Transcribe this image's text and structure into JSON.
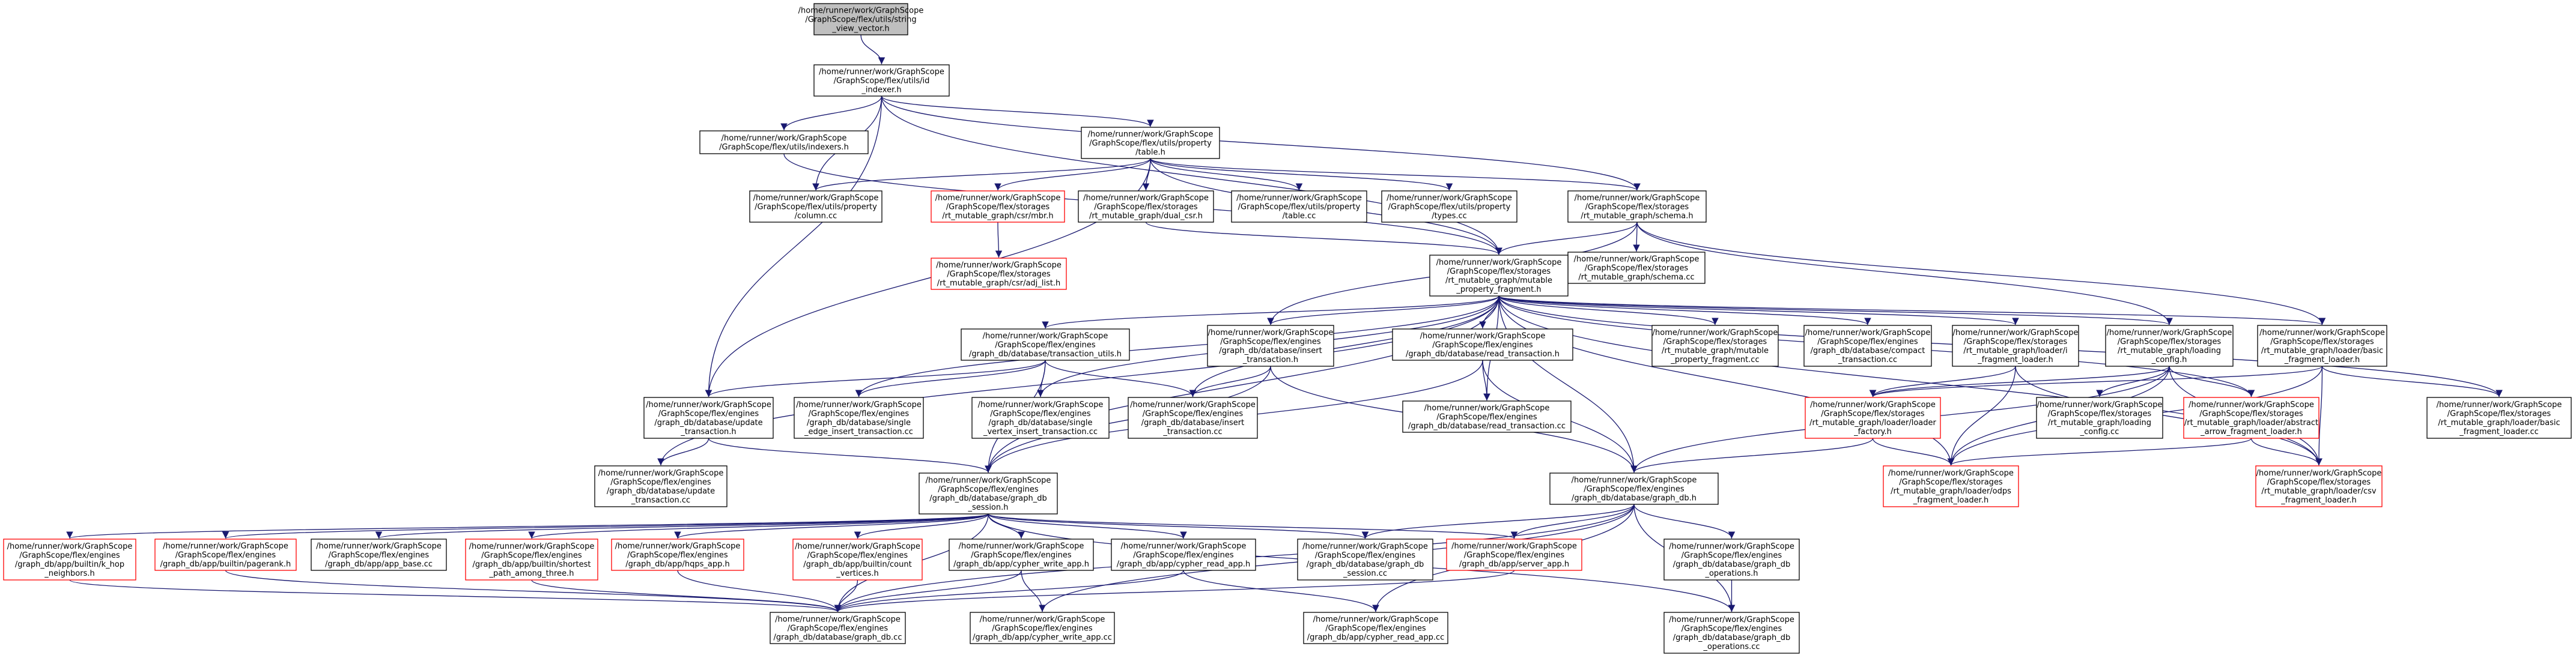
{
  "colors": {
    "edge": "#191970",
    "box_border": "#000000",
    "box_border_missing": "#ff0000",
    "root_fill": "#bfbfbf",
    "fill": "#ffffff",
    "text": "#000000"
  },
  "nodes": [
    {
      "id": "n0",
      "lines": [
        "/home/runner/work/GraphScope",
        "/GraphScope/flex/utils/string",
        "_view_vector.h"
      ],
      "style": "root"
    },
    {
      "id": "n1",
      "lines": [
        "/home/runner/work/GraphScope",
        "/GraphScope/flex/utils/id",
        "_indexer.h"
      ],
      "style": "normal"
    },
    {
      "id": "n2",
      "lines": [
        "/home/runner/work/GraphScope",
        "/GraphScope/flex/utils/indexers.h"
      ],
      "style": "normal"
    },
    {
      "id": "n3",
      "lines": [
        "/home/runner/work/GraphScope",
        "/GraphScope/flex/utils/property",
        "/table.h"
      ],
      "style": "normal"
    },
    {
      "id": "n4",
      "lines": [
        "/home/runner/work/GraphScope",
        "/GraphScope/flex/utils/property",
        "/column.cc"
      ],
      "style": "normal"
    },
    {
      "id": "n5",
      "lines": [
        "/home/runner/work/GraphScope",
        "/GraphScope/flex/storages",
        "/rt_mutable_graph/csr/mbr.h"
      ],
      "style": "red"
    },
    {
      "id": "n6",
      "lines": [
        "/home/runner/work/GraphScope",
        "/GraphScope/flex/storages",
        "/rt_mutable_graph/dual_csr.h"
      ],
      "style": "normal"
    },
    {
      "id": "n7",
      "lines": [
        "/home/runner/work/GraphScope",
        "/GraphScope/flex/utils/property",
        "/table.cc"
      ],
      "style": "normal"
    },
    {
      "id": "n8",
      "lines": [
        "/home/runner/work/GraphScope",
        "/GraphScope/flex/utils/property",
        "/types.cc"
      ],
      "style": "normal"
    },
    {
      "id": "n9",
      "lines": [
        "/home/runner/work/GraphScope",
        "/GraphScope/flex/storages",
        "/rt_mutable_graph/schema.h"
      ],
      "style": "normal"
    },
    {
      "id": "n10",
      "lines": [
        "/home/runner/work/GraphScope",
        "/GraphScope/flex/storages",
        "/rt_mutable_graph/csr/adj_list.h"
      ],
      "style": "red"
    },
    {
      "id": "n11",
      "lines": [
        "/home/runner/work/GraphScope",
        "/GraphScope/flex/storages",
        "/rt_mutable_graph/schema.cc"
      ],
      "style": "normal"
    },
    {
      "id": "n12",
      "lines": [
        "/home/runner/work/GraphScope",
        "/GraphScope/flex/storages",
        "/rt_mutable_graph/mutable",
        "_property_fragment.h"
      ],
      "style": "normal"
    },
    {
      "id": "n13",
      "lines": [
        "/home/runner/work/GraphScope",
        "/GraphScope/flex/engines",
        "/graph_db/database/transaction_utils.h"
      ],
      "style": "normal"
    },
    {
      "id": "n14",
      "lines": [
        "/home/runner/work/GraphScope",
        "/GraphScope/flex/engines",
        "/graph_db/database/insert",
        "_transaction.h"
      ],
      "style": "normal"
    },
    {
      "id": "n15",
      "lines": [
        "/home/runner/work/GraphScope",
        "/GraphScope/flex/engines",
        "/graph_db/database/read_transaction.h"
      ],
      "style": "normal"
    },
    {
      "id": "n16",
      "lines": [
        "/home/runner/work/GraphScope",
        "/GraphScope/flex/storages",
        "/rt_mutable_graph/mutable",
        "_property_fragment.cc"
      ],
      "style": "normal"
    },
    {
      "id": "n17",
      "lines": [
        "/home/runner/work/GraphScope",
        "/GraphScope/flex/engines",
        "/graph_db/database/compact",
        "_transaction.cc"
      ],
      "style": "normal"
    },
    {
      "id": "n18",
      "lines": [
        "/home/runner/work/GraphScope",
        "/GraphScope/flex/storages",
        "/rt_mutable_graph/loader/i",
        "_fragment_loader.h"
      ],
      "style": "normal"
    },
    {
      "id": "n19",
      "lines": [
        "/home/runner/work/GraphScope",
        "/GraphScope/flex/storages",
        "/rt_mutable_graph/loading",
        "_config.h"
      ],
      "style": "normal"
    },
    {
      "id": "n20",
      "lines": [
        "/home/runner/work/GraphScope",
        "/GraphScope/flex/storages",
        "/rt_mutable_graph/loader/basic",
        "_fragment_loader.h"
      ],
      "style": "normal"
    },
    {
      "id": "n21",
      "lines": [
        "/home/runner/work/GraphScope",
        "/GraphScope/flex/engines",
        "/graph_db/database/update",
        "_transaction.h"
      ],
      "style": "normal"
    },
    {
      "id": "n22",
      "lines": [
        "/home/runner/work/GraphScope",
        "/GraphScope/flex/engines",
        "/graph_db/database/single",
        "_edge_insert_transaction.cc"
      ],
      "style": "normal"
    },
    {
      "id": "n23",
      "lines": [
        "/home/runner/work/GraphScope",
        "/GraphScope/flex/engines",
        "/graph_db/database/single",
        "_vertex_insert_transaction.cc"
      ],
      "style": "normal"
    },
    {
      "id": "n24",
      "lines": [
        "/home/runner/work/GraphScope",
        "/GraphScope/flex/engines",
        "/graph_db/database/insert",
        "_transaction.cc"
      ],
      "style": "normal"
    },
    {
      "id": "n25",
      "lines": [
        "/home/runner/work/GraphScope",
        "/GraphScope/flex/engines",
        "/graph_db/database/read_transaction.cc"
      ],
      "style": "normal"
    },
    {
      "id": "n26",
      "lines": [
        "/home/runner/work/GraphScope",
        "/GraphScope/flex/storages",
        "/rt_mutable_graph/loader/loader",
        "_factory.h"
      ],
      "style": "red"
    },
    {
      "id": "n27",
      "lines": [
        "/home/runner/work/GraphScope",
        "/GraphScope/flex/storages",
        "/rt_mutable_graph/loading",
        "_config.cc"
      ],
      "style": "normal"
    },
    {
      "id": "n28",
      "lines": [
        "/home/runner/work/GraphScope",
        "/GraphScope/flex/storages",
        "/rt_mutable_graph/loader/abstract",
        "_arrow_fragment_loader.h"
      ],
      "style": "red"
    },
    {
      "id": "n29",
      "lines": [
        "/home/runner/work/GraphScope",
        "/GraphScope/flex/storages",
        "/rt_mutable_graph/loader/basic",
        "_fragment_loader.cc"
      ],
      "style": "normal"
    },
    {
      "id": "n30",
      "lines": [
        "/home/runner/work/GraphScope",
        "/GraphScope/flex/engines",
        "/graph_db/database/update",
        "_transaction.cc"
      ],
      "style": "normal"
    },
    {
      "id": "n31",
      "lines": [
        "/home/runner/work/GraphScope",
        "/GraphScope/flex/engines",
        "/graph_db/database/graph_db",
        "_session.h"
      ],
      "style": "normal"
    },
    {
      "id": "n32",
      "lines": [
        "/home/runner/work/GraphScope",
        "/GraphScope/flex/engines",
        "/graph_db/database/graph_db.h"
      ],
      "style": "normal"
    },
    {
      "id": "n33",
      "lines": [
        "/home/runner/work/GraphScope",
        "/GraphScope/flex/storages",
        "/rt_mutable_graph/loader/odps",
        "_fragment_loader.h"
      ],
      "style": "red"
    },
    {
      "id": "n34",
      "lines": [
        "/home/runner/work/GraphScope",
        "/GraphScope/flex/storages",
        "/rt_mutable_graph/loader/csv",
        "_fragment_loader.h"
      ],
      "style": "red"
    },
    {
      "id": "n35",
      "lines": [
        "/home/runner/work/GraphScope",
        "/GraphScope/flex/engines",
        "/graph_db/app/builtin/k_hop",
        "_neighbors.h"
      ],
      "style": "red"
    },
    {
      "id": "n36",
      "lines": [
        "/home/runner/work/GraphScope",
        "/GraphScope/flex/engines",
        "/graph_db/app/builtin/pagerank.h"
      ],
      "style": "red"
    },
    {
      "id": "n37",
      "lines": [
        "/home/runner/work/GraphScope",
        "/GraphScope/flex/engines",
        "/graph_db/app/app_base.cc"
      ],
      "style": "normal"
    },
    {
      "id": "n38",
      "lines": [
        "/home/runner/work/GraphScope",
        "/GraphScope/flex/engines",
        "/graph_db/app/builtin/shortest",
        "_path_among_three.h"
      ],
      "style": "red"
    },
    {
      "id": "n39",
      "lines": [
        "/home/runner/work/GraphScope",
        "/GraphScope/flex/engines",
        "/graph_db/app/hqps_app.h"
      ],
      "style": "red"
    },
    {
      "id": "n40",
      "lines": [
        "/home/runner/work/GraphScope",
        "/GraphScope/flex/engines",
        "/graph_db/app/builtin/count",
        "_vertices.h"
      ],
      "style": "red"
    },
    {
      "id": "n41",
      "lines": [
        "/home/runner/work/GraphScope",
        "/GraphScope/flex/engines",
        "/graph_db/app/cypher_write_app.h"
      ],
      "style": "normal"
    },
    {
      "id": "n42",
      "lines": [
        "/home/runner/work/GraphScope",
        "/GraphScope/flex/engines",
        "/graph_db/app/cypher_read_app.h"
      ],
      "style": "normal"
    },
    {
      "id": "n43",
      "lines": [
        "/home/runner/work/GraphScope",
        "/GraphScope/flex/engines",
        "/graph_db/database/graph_db",
        "_session.cc"
      ],
      "style": "normal"
    },
    {
      "id": "n44",
      "lines": [
        "/home/runner/work/GraphScope",
        "/GraphScope/flex/engines",
        "/graph_db/app/server_app.h"
      ],
      "style": "red"
    },
    {
      "id": "n45",
      "lines": [
        "/home/runner/work/GraphScope",
        "/GraphScope/flex/engines",
        "/graph_db/database/graph_db",
        "_operations.h"
      ],
      "style": "normal"
    },
    {
      "id": "n46",
      "lines": [
        "/home/runner/work/GraphScope",
        "/GraphScope/flex/engines",
        "/graph_db/database/graph_db.cc"
      ],
      "style": "normal"
    },
    {
      "id": "n47",
      "lines": [
        "/home/runner/work/GraphScope",
        "/GraphScope/flex/engines",
        "/graph_db/app/cypher_write_app.cc"
      ],
      "style": "normal"
    },
    {
      "id": "n48",
      "lines": [
        "/home/runner/work/GraphScope",
        "/GraphScope/flex/engines",
        "/graph_db/app/cypher_read_app.cc"
      ],
      "style": "normal"
    },
    {
      "id": "n49",
      "lines": [
        "/home/runner/work/GraphScope",
        "/GraphScope/flex/engines",
        "/graph_db/database/graph_db",
        "_operations.cc"
      ],
      "style": "normal"
    }
  ],
  "edges": [
    [
      "n0",
      "n1"
    ],
    [
      "n1",
      "n2"
    ],
    [
      "n1",
      "n3"
    ],
    [
      "n1",
      "n4"
    ],
    [
      "n1",
      "n9"
    ],
    [
      "n1",
      "n21"
    ],
    [
      "n1",
      "n12"
    ],
    [
      "n2",
      "n12"
    ],
    [
      "n3",
      "n4"
    ],
    [
      "n3",
      "n5"
    ],
    [
      "n3",
      "n6"
    ],
    [
      "n3",
      "n7"
    ],
    [
      "n3",
      "n8"
    ],
    [
      "n3",
      "n9"
    ],
    [
      "n3",
      "n12"
    ],
    [
      "n3",
      "n21"
    ],
    [
      "n5",
      "n10"
    ],
    [
      "n6",
      "n12"
    ],
    [
      "n9",
      "n11"
    ],
    [
      "n9",
      "n12"
    ],
    [
      "n9",
      "n14"
    ],
    [
      "n9",
      "n19"
    ],
    [
      "n9",
      "n20"
    ],
    [
      "n12",
      "n13"
    ],
    [
      "n12",
      "n14"
    ],
    [
      "n12",
      "n15"
    ],
    [
      "n12",
      "n16"
    ],
    [
      "n12",
      "n17"
    ],
    [
      "n12",
      "n18"
    ],
    [
      "n12",
      "n19"
    ],
    [
      "n12",
      "n20"
    ],
    [
      "n12",
      "n22"
    ],
    [
      "n12",
      "n23"
    ],
    [
      "n12",
      "n24"
    ],
    [
      "n12",
      "n25"
    ],
    [
      "n12",
      "n28"
    ],
    [
      "n12",
      "n29"
    ],
    [
      "n12",
      "n30"
    ],
    [
      "n12",
      "n31"
    ],
    [
      "n12",
      "n32"
    ],
    [
      "n12",
      "n33"
    ],
    [
      "n12",
      "n34"
    ],
    [
      "n13",
      "n21"
    ],
    [
      "n13",
      "n22"
    ],
    [
      "n13",
      "n23"
    ],
    [
      "n13",
      "n24"
    ],
    [
      "n13",
      "n31"
    ],
    [
      "n14",
      "n24"
    ],
    [
      "n14",
      "n31"
    ],
    [
      "n14",
      "n32"
    ],
    [
      "n15",
      "n25"
    ],
    [
      "n15",
      "n31"
    ],
    [
      "n15",
      "n32"
    ],
    [
      "n18",
      "n26"
    ],
    [
      "n18",
      "n33"
    ],
    [
      "n18",
      "n34"
    ],
    [
      "n19",
      "n26"
    ],
    [
      "n19",
      "n27"
    ],
    [
      "n19",
      "n28"
    ],
    [
      "n19",
      "n32"
    ],
    [
      "n19",
      "n33"
    ],
    [
      "n19",
      "n34"
    ],
    [
      "n20",
      "n26"
    ],
    [
      "n20",
      "n29"
    ],
    [
      "n20",
      "n33"
    ],
    [
      "n20",
      "n34"
    ],
    [
      "n21",
      "n30"
    ],
    [
      "n21",
      "n31"
    ],
    [
      "n26",
      "n32"
    ],
    [
      "n26",
      "n33"
    ],
    [
      "n28",
      "n33"
    ],
    [
      "n28",
      "n34"
    ],
    [
      "n31",
      "n35"
    ],
    [
      "n31",
      "n36"
    ],
    [
      "n31",
      "n37"
    ],
    [
      "n31",
      "n38"
    ],
    [
      "n31",
      "n39"
    ],
    [
      "n31",
      "n40"
    ],
    [
      "n31",
      "n41"
    ],
    [
      "n31",
      "n42"
    ],
    [
      "n31",
      "n43"
    ],
    [
      "n31",
      "n44"
    ],
    [
      "n31",
      "n46"
    ],
    [
      "n31",
      "n49"
    ],
    [
      "n32",
      "n43"
    ],
    [
      "n32",
      "n44"
    ],
    [
      "n32",
      "n45"
    ],
    [
      "n32",
      "n46"
    ],
    [
      "n32",
      "n47"
    ],
    [
      "n32",
      "n48"
    ],
    [
      "n32",
      "n49"
    ],
    [
      "n35",
      "n46"
    ],
    [
      "n36",
      "n46"
    ],
    [
      "n38",
      "n46"
    ],
    [
      "n39",
      "n46"
    ],
    [
      "n40",
      "n46"
    ],
    [
      "n41",
      "n46"
    ],
    [
      "n41",
      "n47"
    ],
    [
      "n42",
      "n46"
    ],
    [
      "n42",
      "n48"
    ],
    [
      "n44",
      "n46"
    ],
    [
      "n45",
      "n49"
    ]
  ]
}
